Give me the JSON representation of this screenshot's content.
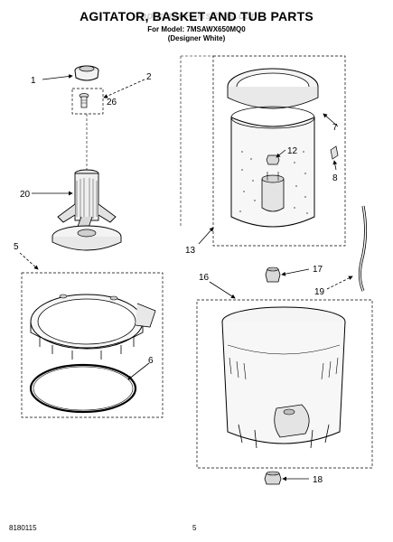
{
  "header": {
    "title": "AGITATOR, BASKET AND TUB PARTS",
    "model_line": "For Model: 7MSAWX650MQ0",
    "variant_line": "(Designer White)",
    "watermark": "AppliancePartsPros.com"
  },
  "callouts": {
    "c1": "1",
    "c2": "2",
    "c26": "26",
    "c20": "20",
    "c5": "5",
    "c6": "6",
    "c7": "7",
    "c12": "12",
    "c8": "8",
    "c13": "13",
    "c17": "17",
    "c19": "19",
    "c16": "16",
    "c18": "18"
  },
  "footer": {
    "doc_number": "8180115",
    "page_number": "5"
  }
}
